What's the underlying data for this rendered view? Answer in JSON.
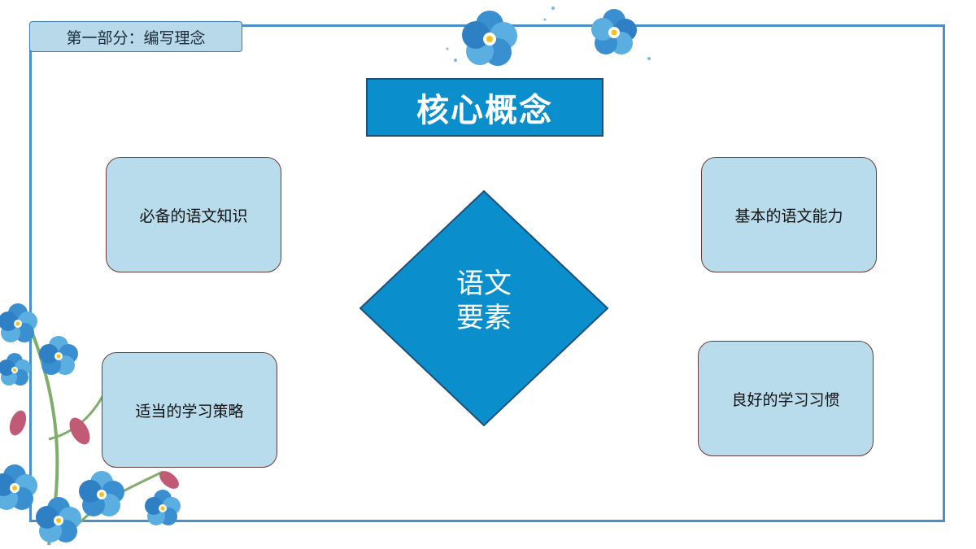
{
  "section_tag": "第一部分：编写理念",
  "title": "核心概念",
  "center": {
    "line1": "语文",
    "line2": "要素"
  },
  "concepts": {
    "top_left": "必备的语文知识",
    "bottom_left": "适当的学习策略",
    "top_right": "基本的语文能力",
    "bottom_right": "良好的学习习惯"
  },
  "colors": {
    "accent": "#0a8fcc",
    "box_fill": "#b9dced",
    "frame": "#4a8fc8"
  },
  "decoration": "forget-me-not-flowers"
}
